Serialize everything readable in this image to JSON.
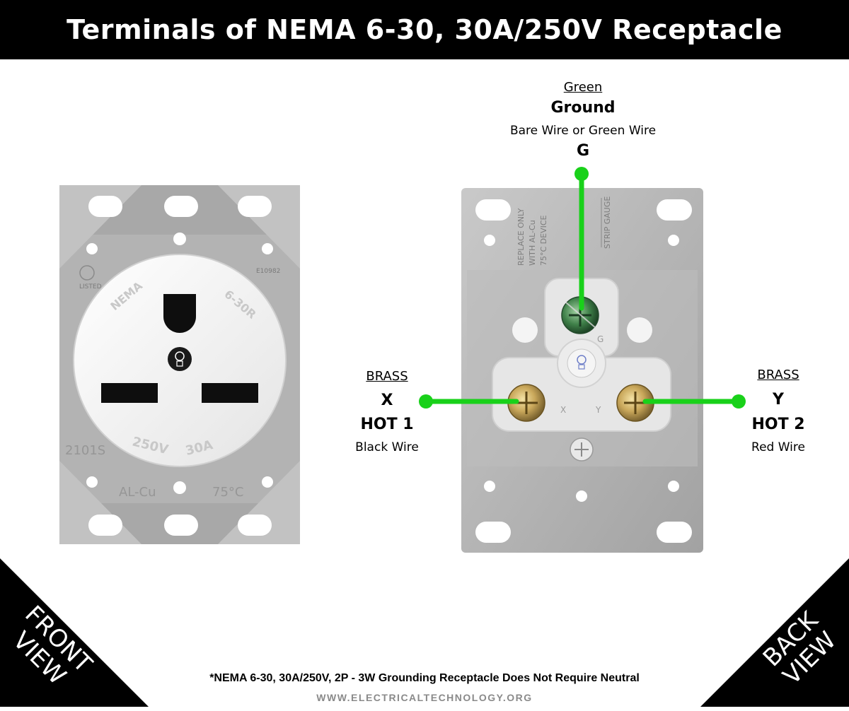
{
  "title": "Terminals of NEMA 6-30, 30A/250V Receptacle",
  "front": {
    "corner_label": [
      "FRONT",
      "VIEW"
    ],
    "face_text": {
      "nema": "NEMA",
      "rating": "6-30R",
      "volts": "250V",
      "amps": "30A",
      "model": "2101S",
      "material": "AL-Cu",
      "temp": "75°C",
      "listed": "LISTED",
      "file": "E10982"
    }
  },
  "back": {
    "corner_label": [
      "BACK",
      "VIEW"
    ],
    "plate_text": {
      "replace_line1": "REPLACE ONLY",
      "replace_line2": "WITH AL-Cu",
      "replace_line3": "75°C DEVICE",
      "strip_gauge": "STRIP GAUGE",
      "g_mark": "G",
      "x_mark": "X",
      "y_mark": "Y"
    }
  },
  "terminals": {
    "ground": {
      "color_name": "Green",
      "name": "Ground",
      "wire": "Bare Wire or Green Wire",
      "letter": "G"
    },
    "hot1": {
      "color_name": "BRASS",
      "letter": "X",
      "name": "HOT 1",
      "wire": "Black Wire"
    },
    "hot2": {
      "color_name": "BRASS",
      "letter": "Y",
      "name": "HOT 2",
      "wire": "Red Wire"
    }
  },
  "footnote": "*NEMA 6-30, 30A/250V, 2P - 3W Grounding Receptacle Does Not Require Neutral",
  "website": "WWW.ELECTRICALTECHNOLOGY.ORG",
  "colors": {
    "leader": "#19d11a",
    "plate": "#a9a9a9",
    "header": "#000000"
  }
}
